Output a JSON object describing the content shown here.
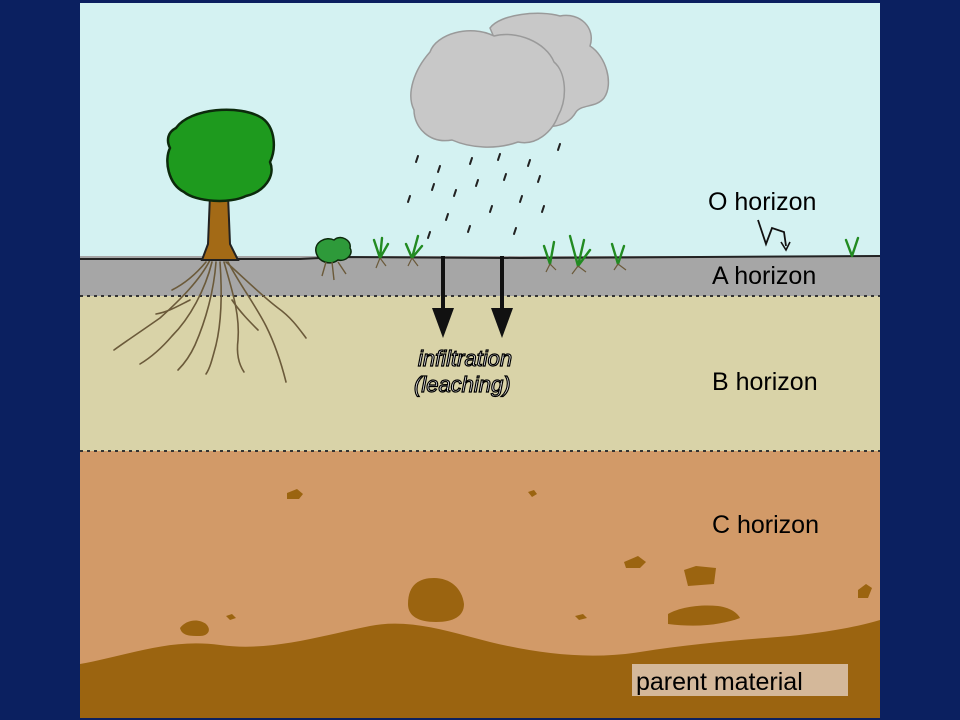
{
  "diagram": {
    "labels": {
      "o_horizon": "O horizon",
      "a_horizon": "A horizon",
      "b_horizon": "B horizon",
      "c_horizon": "C horizon",
      "parent_material": "parent material",
      "infiltration": "infiltration",
      "leaching": "(leaching)"
    },
    "colors": {
      "frame": "#0b2060",
      "sky": "#d4f2f2",
      "a_horizon": "#a6a6a6",
      "b_horizon": "#d9d3a8",
      "c_horizon": "#d29a68",
      "parent_material": "#9b6410",
      "cloud": "#c8c8c8",
      "tree_canopy": "#1e9a1e",
      "tree_trunk": "#a36a16"
    },
    "icons": [
      "cloud-icon",
      "tree-icon",
      "rain-icon",
      "grass-icon",
      "arrow-down-icon"
    ]
  }
}
